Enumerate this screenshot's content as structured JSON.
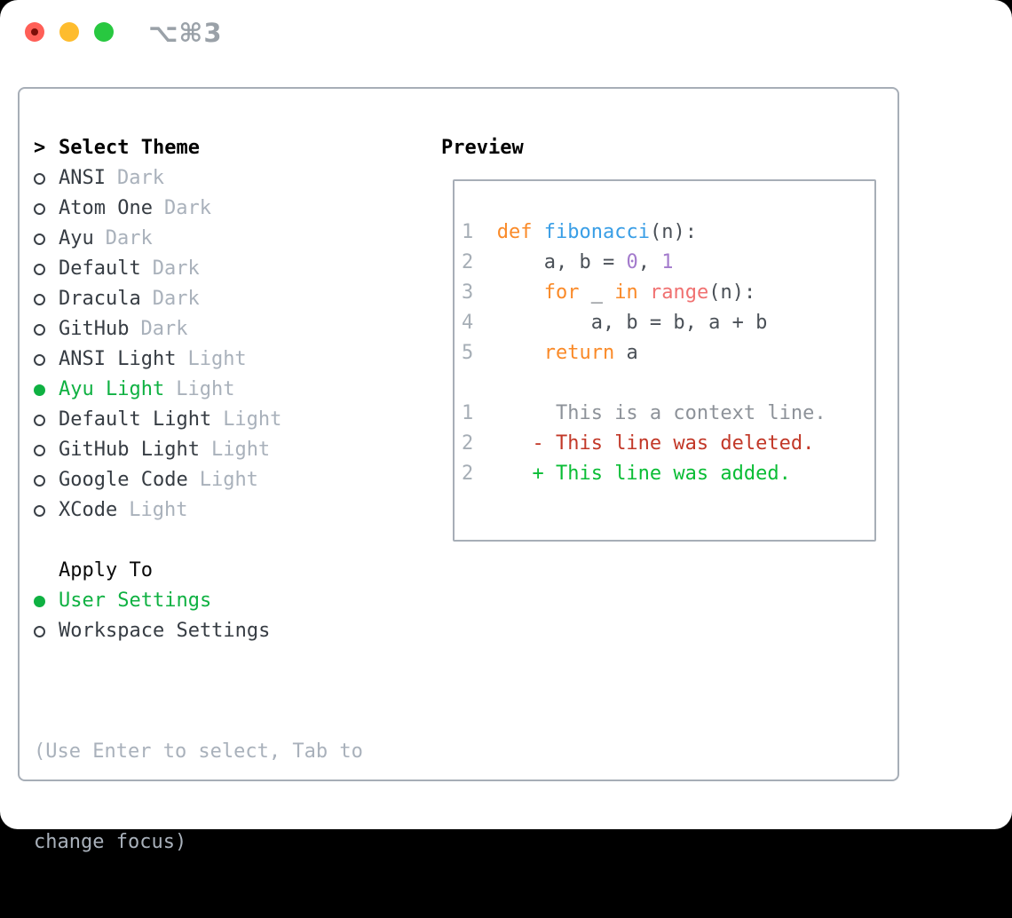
{
  "window": {
    "title": "⌥⌘3",
    "traffic_lights": [
      "close",
      "minimize",
      "zoom"
    ]
  },
  "theme_panel": {
    "prompt": ">",
    "header": "Select Theme",
    "themes": [
      {
        "name": "ANSI",
        "tag": "Dark",
        "selected": false
      },
      {
        "name": "Atom One",
        "tag": "Dark",
        "selected": false
      },
      {
        "name": "Ayu",
        "tag": "Dark",
        "selected": false
      },
      {
        "name": "Default",
        "tag": "Dark",
        "selected": false
      },
      {
        "name": "Dracula",
        "tag": "Dark",
        "selected": false
      },
      {
        "name": "GitHub",
        "tag": "Dark",
        "selected": false
      },
      {
        "name": "ANSI Light",
        "tag": "Light",
        "selected": false
      },
      {
        "name": "Ayu Light",
        "tag": "Light",
        "selected": true
      },
      {
        "name": "Default Light",
        "tag": "Light",
        "selected": false
      },
      {
        "name": "GitHub Light",
        "tag": "Light",
        "selected": false
      },
      {
        "name": "Google Code",
        "tag": "Light",
        "selected": false
      },
      {
        "name": "XCode",
        "tag": "Light",
        "selected": false
      }
    ],
    "apply_to": {
      "header": "Apply To",
      "options": [
        {
          "name": "User Settings",
          "selected": true
        },
        {
          "name": "Workspace Settings",
          "selected": false
        }
      ]
    },
    "help_lines": [
      "(Use Enter to select, Tab to",
      "change focus)"
    ]
  },
  "preview": {
    "header": "Preview",
    "lines": [
      {
        "num": "",
        "tokens": []
      },
      {
        "num": "1",
        "tokens": [
          {
            "t": "  ",
            "c": "plain"
          },
          {
            "t": "def",
            "c": "kw"
          },
          {
            "t": " ",
            "c": "plain"
          },
          {
            "t": "fibonacci",
            "c": "fn"
          },
          {
            "t": "(n):",
            "c": "plain"
          }
        ]
      },
      {
        "num": "2",
        "tokens": [
          {
            "t": "      a, b = ",
            "c": "plain"
          },
          {
            "t": "0",
            "c": "num"
          },
          {
            "t": ", ",
            "c": "plain"
          },
          {
            "t": "1",
            "c": "num"
          }
        ]
      },
      {
        "num": "3",
        "tokens": [
          {
            "t": "      ",
            "c": "plain"
          },
          {
            "t": "for",
            "c": "kw"
          },
          {
            "t": " _ ",
            "c": "plain"
          },
          {
            "t": "in",
            "c": "kw"
          },
          {
            "t": " ",
            "c": "plain"
          },
          {
            "t": "range",
            "c": "call"
          },
          {
            "t": "(n):",
            "c": "plain"
          }
        ]
      },
      {
        "num": "4",
        "tokens": [
          {
            "t": "          a, b = b, a + b",
            "c": "plain"
          }
        ]
      },
      {
        "num": "5",
        "tokens": [
          {
            "t": "      ",
            "c": "plain"
          },
          {
            "t": "return",
            "c": "kw"
          },
          {
            "t": " a",
            "c": "plain"
          }
        ]
      },
      {
        "num": "",
        "tokens": []
      },
      {
        "num": "1",
        "tokens": [
          {
            "t": "       This is a context line.",
            "c": "ctx"
          }
        ]
      },
      {
        "num": "2",
        "tokens": [
          {
            "t": "     - This line was deleted.",
            "c": "del"
          }
        ]
      },
      {
        "num": "2",
        "tokens": [
          {
            "t": "     + This line was added.",
            "c": "add"
          }
        ]
      }
    ]
  },
  "colors": {
    "accent_green": "#0fb142",
    "added_green": "#0abd35",
    "deleted_red": "#c23828",
    "keyword_orange": "#fa8a28",
    "function_blue": "#399ee6",
    "builtin_coral": "#f07171",
    "number_purple": "#a37acc",
    "panel_border": "#a7aeb7",
    "menu_text": "#363c43",
    "muted_gray": "#a9b1bb",
    "title_gray": "#9aa1a8",
    "traffic_red": "#ff5f57",
    "traffic_yellow": "#febc2e",
    "traffic_green": "#28c840"
  }
}
